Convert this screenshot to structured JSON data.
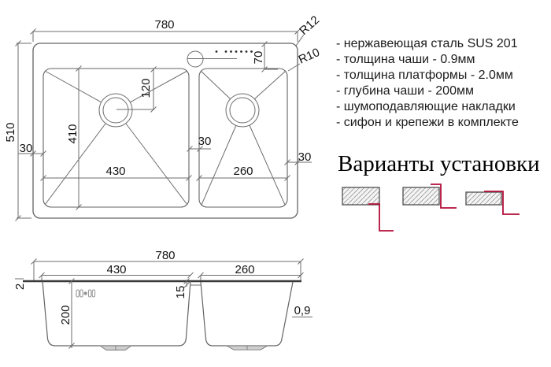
{
  "top_view": {
    "width": "780",
    "height": "510",
    "bowl_left_width": "430",
    "bowl_left_depth": "410",
    "bowl_right_width": "260",
    "drain_offset": "120",
    "faucet_zone_depth": "70",
    "margin_left": "30",
    "margin_center": "30",
    "margin_right": "30",
    "radius_outer": "R12",
    "radius_bowl": "R10"
  },
  "front_view": {
    "width": "780",
    "bowl_left_width": "430",
    "bowl_right_width": "260",
    "bowl_depth": "200",
    "platform_thickness": "2",
    "divider_depth": "15",
    "steel_thickness": "0,9"
  },
  "specs": {
    "items": [
      "- нержавеющая сталь SUS 201",
      "- толщина чаши - 0.9мм",
      "- толщина платформы - 2.0мм",
      "- глубина чаши - 200мм",
      "- шумоподавляющие накладки",
      "- сифон и крепежи в комплекте"
    ]
  },
  "installation": {
    "title": "Варианты установки"
  },
  "colors": {
    "line": "#6e6e6e",
    "outline": "#636363",
    "platform": "#383838",
    "text": "#141414",
    "accent_red": "#b30d38",
    "hatch": "#9b9b9b"
  }
}
